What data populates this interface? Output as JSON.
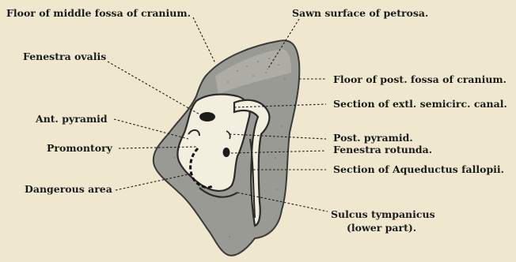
{
  "labels": {
    "floor_middle_fossa": "Floor of middle fossa of cranium.",
    "sawn_surface": "Sawn surface of petrosa.",
    "fenestra_ovalis": "Fenestra ovalis",
    "floor_post_fossa": "Floor of post. fossa of cranium.",
    "section_semicirc": "Section of extl. semicirc. canal.",
    "ant_pyramid": "Ant. pyramid",
    "post_pyramid": "Post. pyramid.",
    "promontory": "Promontory",
    "fenestra_rotunda": "Fenestra rotunda.",
    "section_aqueductus": "Section of Aqueductus fallopii.",
    "dangerous_area": "Dangerous area",
    "sulcus_line1": "Sulcus tympanicus",
    "sulcus_line2": "(lower part)."
  }
}
